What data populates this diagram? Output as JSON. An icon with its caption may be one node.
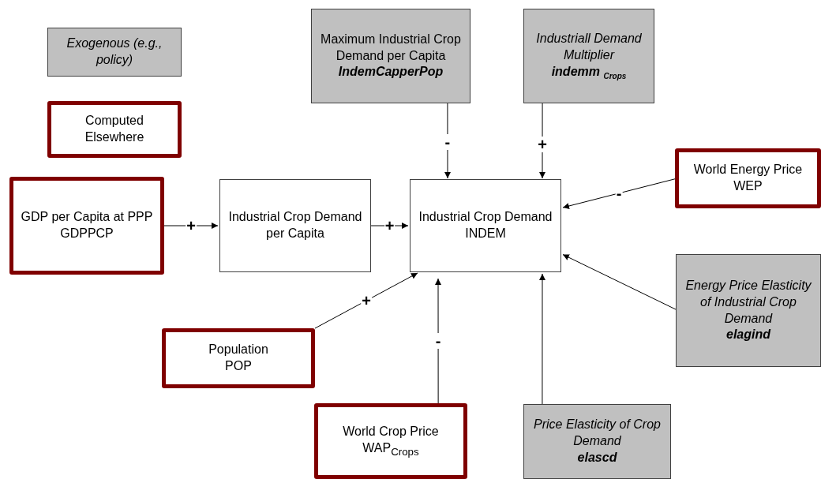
{
  "diagram": {
    "nodes": [
      {
        "text": [
          "Exogenous (e.g., policy)"
        ]
      },
      {
        "text": [
          "Computed Elsewhere"
        ]
      },
      {
        "text": [
          "Maximum Industrial Crop Demand per Capita",
          "IndemCapperPop"
        ]
      },
      {
        "text": [
          "Industriall Demand Multiplier",
          "indemm $_{Crops}$"
        ]
      },
      {
        "text": [
          "GDP per Capita at PPP",
          "GDPPCP"
        ]
      },
      {
        "text": [
          "Industrial Crop Demand per Capita"
        ]
      },
      {
        "text": [
          "Industrial Crop Demand",
          "INDEM"
        ]
      },
      {
        "text": [
          "World Energy Price",
          "WEP"
        ]
      },
      {
        "text": [
          "Population",
          "POP"
        ]
      },
      {
        "text": [
          "Energy Price Elasticity of Industrial Crop Demand",
          "elagind"
        ]
      },
      {
        "text": [
          "World Crop Price",
          "WAP$_{Crops}$"
        ]
      },
      {
        "text": [
          "Price Elasticity of Crop Demand",
          "elascd"
        ]
      }
    ],
    "edges": [
      {
        "from": 4,
        "to": 5,
        "arrow": "to",
        "label": "+"
      },
      {
        "from": 5,
        "to": 6,
        "arrow": "to",
        "label": "+"
      },
      {
        "from": 2,
        "to": 6,
        "arrow": "to",
        "label": "-"
      },
      {
        "from": 3,
        "to": 6,
        "arrow": "to",
        "label": "+"
      },
      {
        "from": 7,
        "to": 6,
        "arrow": "to",
        "label": "-"
      },
      {
        "from": 9,
        "to": 6,
        "arrow": "to"
      },
      {
        "from": 8,
        "to": 6,
        "arrow": "to",
        "label": "+"
      },
      {
        "from": 10,
        "to": 6,
        "arrow": "to",
        "label": "-"
      },
      {
        "from": 11,
        "to": 6,
        "arrow": "to"
      }
    ]
  }
}
